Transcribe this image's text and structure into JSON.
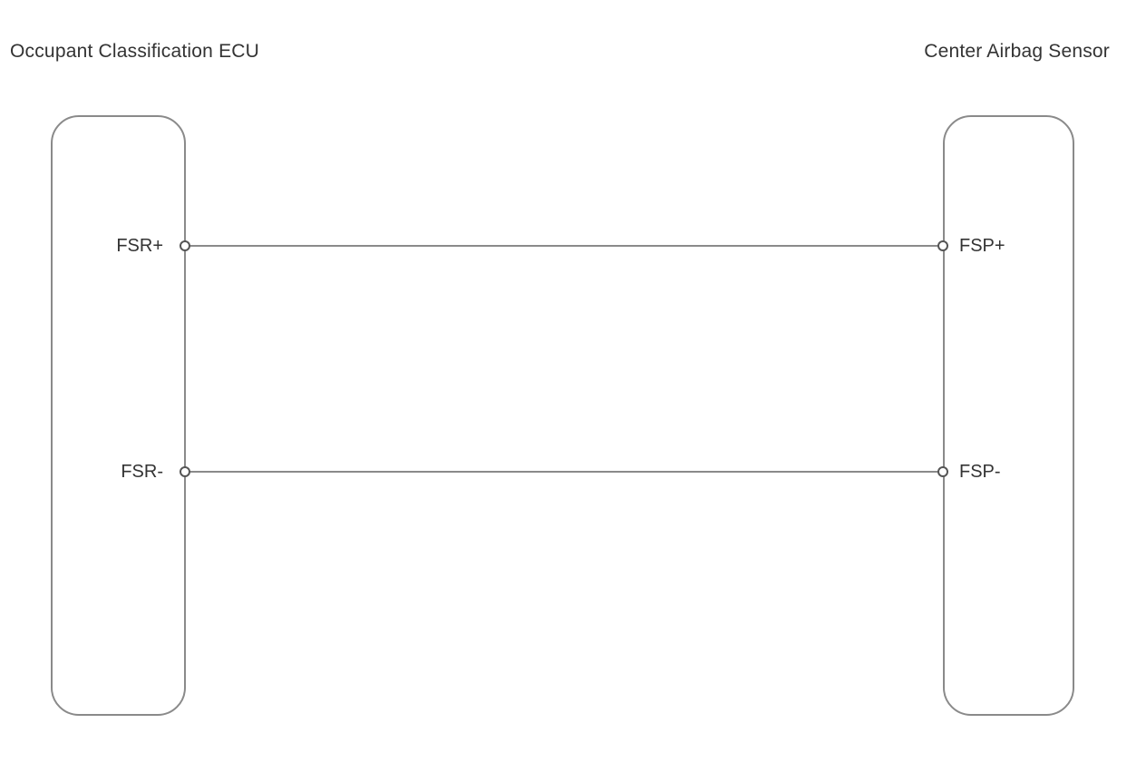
{
  "components": {
    "left": {
      "title": "Occupant Classification ECU"
    },
    "right": {
      "title": "Center Airbag Sensor"
    }
  },
  "connections": [
    {
      "left_pin": "FSR+",
      "right_pin": "FSP+"
    },
    {
      "left_pin": "FSR-",
      "right_pin": "FSP-"
    }
  ],
  "colors": {
    "line": "#8a8a8a",
    "text": "#333333",
    "background": "#ffffff"
  }
}
